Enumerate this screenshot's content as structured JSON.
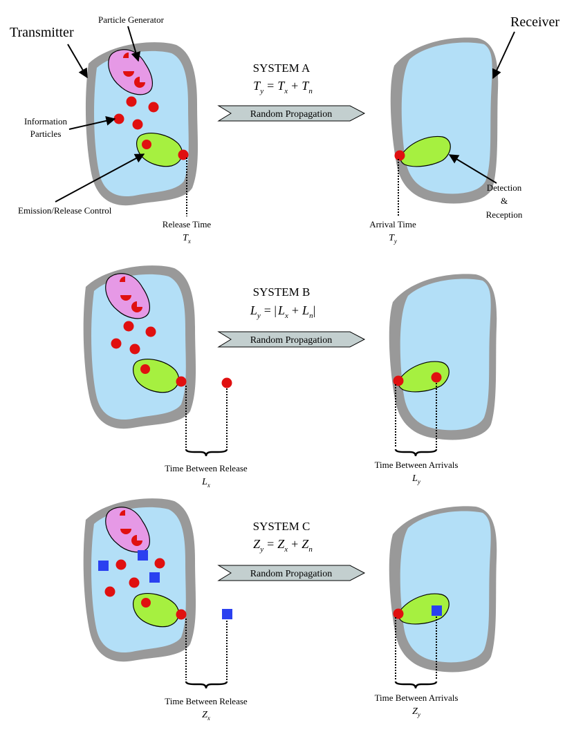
{
  "labels": {
    "transmitter": "Transmitter",
    "receiver": "Receiver",
    "particle_generator": "Particle Generator",
    "information_particles_1": "Information",
    "information_particles_2": "Particles",
    "emission_control": "Emission/Release Control",
    "detection_1": "Detection",
    "detection_2": "&",
    "detection_3": "Reception",
    "random_propagation": "Random Propagation"
  },
  "systems": [
    {
      "title": "SYSTEM A",
      "equation": {
        "lhs": "T",
        "lhs_sub": "y",
        "op1": "=",
        "t1": "T",
        "t1_sub": "x",
        "op2": "+",
        "t2": "T",
        "t2_sub": "n"
      },
      "tx_label": "Release Time",
      "tx_var": "T",
      "tx_sub": "x",
      "rx_label": "Arrival Time",
      "rx_var": "T",
      "rx_sub": "y"
    },
    {
      "title": "SYSTEM B",
      "equation": {
        "lhs": "L",
        "lhs_sub": "y",
        "op1": "= |",
        "t1": "L",
        "t1_sub": "x",
        "op2": "+",
        "t2": "L",
        "t2_sub": "n",
        "close": "|"
      },
      "tx_label": "Time Between Release",
      "tx_var": "L",
      "tx_sub": "x",
      "rx_label": "Time Between Arrivals",
      "rx_var": "L",
      "rx_sub": "y"
    },
    {
      "title": "SYSTEM C",
      "equation": {
        "lhs": "Z",
        "lhs_sub": "y",
        "op1": "=",
        "t1": "Z",
        "t1_sub": "x",
        "op2": "+",
        "t2": "Z",
        "t2_sub": "n"
      },
      "tx_label": "Time Between Release",
      "tx_var": "Z",
      "tx_sub": "x",
      "rx_label": "Time Between Arrivals",
      "rx_var": "Z",
      "rx_sub": "y"
    }
  ],
  "colors": {
    "cell_outer": "#999999",
    "cell_inner": "#b3dff7",
    "generator": "#e699e6",
    "controller": "#a6f040",
    "particle_red": "#e01010",
    "particle_blue": "#2a40f0",
    "arrow_fill": "#c3cfcf"
  }
}
